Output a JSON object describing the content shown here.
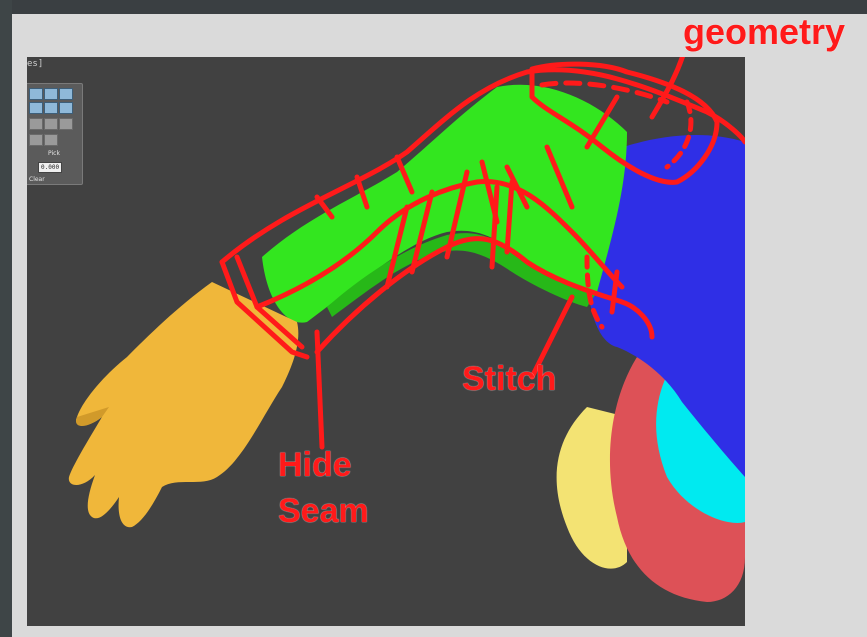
{
  "viewport": {
    "label": "es]",
    "toolbar": {
      "pick_label": "Pick",
      "value": "0.000",
      "clear_label": "Clear"
    }
  },
  "annotations": {
    "geometry": "geometry",
    "stitch": "Stitch",
    "hide_line1": "Hide",
    "hide_line2": "Seam"
  },
  "colors": {
    "panel": "#dadada",
    "viewport": "#414141",
    "sleeve": "#33e61f",
    "torso": "#2f2fe6",
    "hand": "#f0b73a",
    "annotation": "#ff1a1a",
    "cyan": "#00eaf0",
    "red_leg": "#dd5157",
    "yellow_leg": "#f3e373"
  }
}
